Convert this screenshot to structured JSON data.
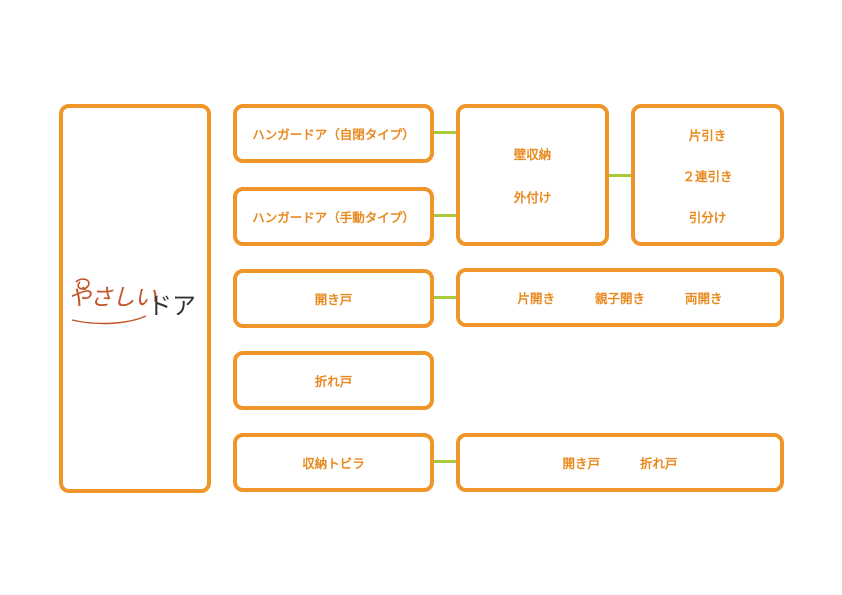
{
  "logo": {
    "script": "やさしい",
    "main": "ドア"
  },
  "nodes": {
    "hanger_self_closing": "ハンガードア（自閉タイプ）",
    "hanger_manual": "ハンガードア（手動タイプ）",
    "hinged_door": "開き戸",
    "folding_door": "折れ戸",
    "storage_door": "収納トビラ"
  },
  "wall_storage": {
    "items": [
      "壁収納",
      "外付け"
    ]
  },
  "sliding_types": {
    "items": [
      "片引き",
      "２連引き",
      "引分け"
    ]
  },
  "hinged_types": {
    "items": [
      "片開き",
      "親子開き",
      "両開き"
    ]
  },
  "storage_types": {
    "items": [
      "開き戸",
      "折れ戸"
    ]
  },
  "colors": {
    "border": "#f0952a",
    "text": "#e88a1f",
    "connector": "#a8c93a",
    "logo_script": "#c2552a",
    "logo_main": "#333333"
  }
}
